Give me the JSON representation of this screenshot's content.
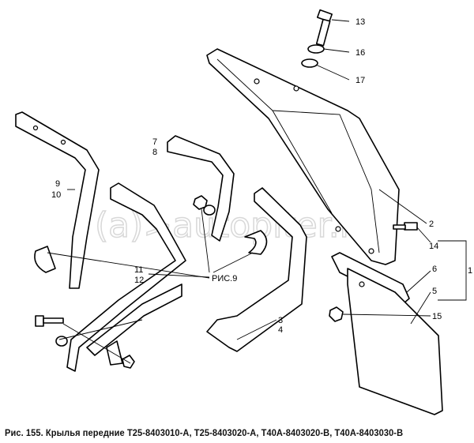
{
  "caption": "Рис. 155. Крылья передние Т25-8403010-А, Т25-8403020-А, Т40А-8403020-В, Т40А-8403030-В",
  "watermark": "autopiter.ru",
  "labels": {
    "l13": "13",
    "l16": "16",
    "l17": "17",
    "l2": "2",
    "l14": "14",
    "l1": "1",
    "l6": "6",
    "l5": "5",
    "l15": "15",
    "l3": "3",
    "l4": "4",
    "l11": "11",
    "l12": "12",
    "ref": "РИС.9",
    "l9": "9",
    "l10": "10",
    "l7": "7",
    "l8": "8"
  }
}
